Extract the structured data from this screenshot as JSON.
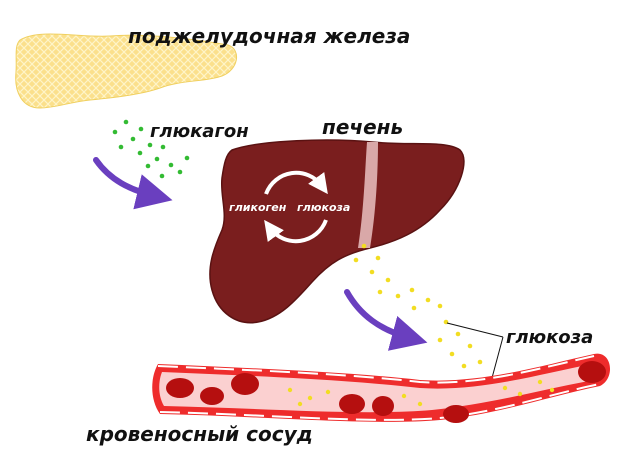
{
  "labels": {
    "pancreas": "поджелудочная железа",
    "glucagon": "глюкагон",
    "liver": "печень",
    "glycogen": "гликоген",
    "glucose_inner": "глюкоза",
    "glucose": "глюкоза",
    "vessel": "кровеносный сосуд"
  },
  "colors": {
    "pancreas": "#fbe18a",
    "liver": "#7a1e1e",
    "liver_band": "#d9a8a8",
    "vessel": "#ee2c2c",
    "vessel_light": "#fbd0d0",
    "blood_cell": "#b50f0f",
    "glucagon_dot": "#33bb33",
    "glucose_dot": "#f2dd22",
    "arrow": "#6a3fbf"
  }
}
